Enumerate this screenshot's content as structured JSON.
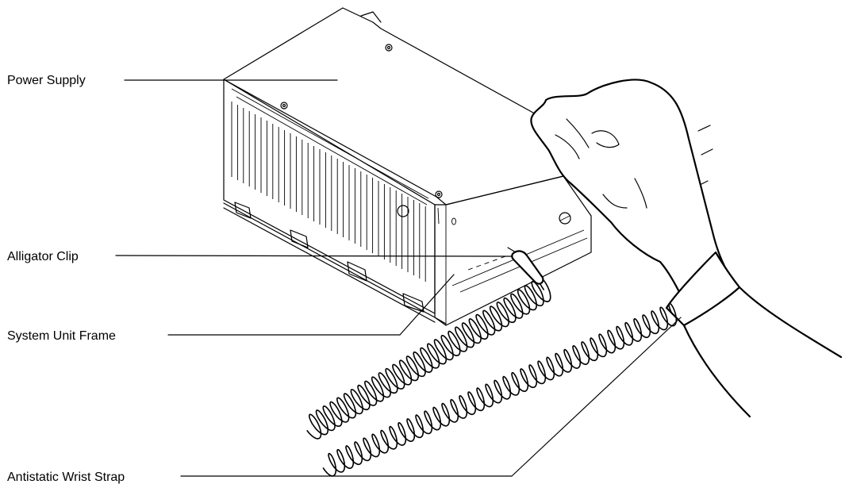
{
  "callouts": {
    "power_supply": "Power Supply",
    "alligator_clip": "Alligator Clip",
    "system_unit_frame": "System Unit Frame",
    "antistatic_wrist_strap": "Antistatic Wrist Strap"
  },
  "colors": {
    "ink": "#000000",
    "paper": "#ffffff"
  }
}
